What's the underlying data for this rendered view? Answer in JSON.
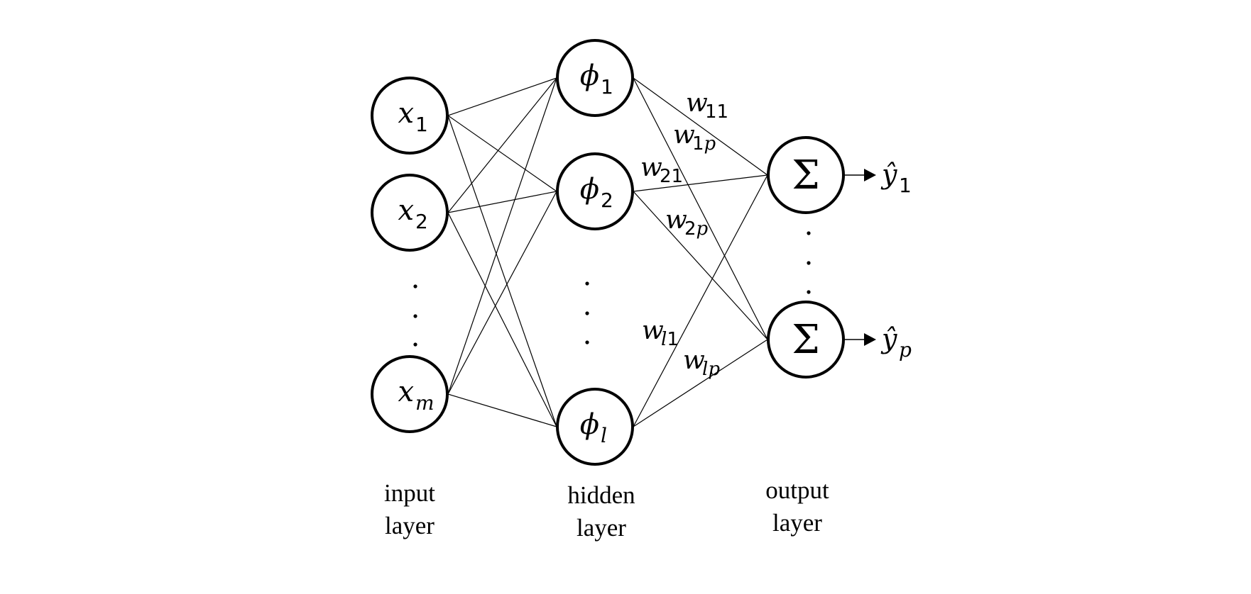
{
  "diagram": {
    "title": "Radial basis function neural network",
    "colors": {
      "stroke": "#000000",
      "background": "#ffffff"
    },
    "layers": [
      {
        "id": "input",
        "label_line1": "input",
        "label_line2": "layer",
        "nodes": [
          {
            "id": "x1",
            "symbol": "x",
            "subscript": "1"
          },
          {
            "id": "x2",
            "symbol": "x",
            "subscript": "2"
          },
          {
            "id": "xm",
            "symbol": "x",
            "subscript": "m"
          }
        ],
        "ellipsis": "..."
      },
      {
        "id": "hidden",
        "label_line1": "hidden",
        "label_line2": "layer",
        "nodes": [
          {
            "id": "phi1",
            "symbol": "ϕ",
            "subscript": "1"
          },
          {
            "id": "phi2",
            "symbol": "ϕ",
            "subscript": "2"
          },
          {
            "id": "phil",
            "symbol": "ϕ",
            "subscript": "l"
          }
        ],
        "ellipsis": "..."
      },
      {
        "id": "output",
        "label_line1": "output",
        "label_line2": "layer",
        "nodes": [
          {
            "id": "sum1",
            "symbol": "Σ",
            "output_symbol": "ŷ",
            "output_subscript": "1"
          },
          {
            "id": "sump",
            "symbol": "Σ",
            "output_symbol": "ŷ",
            "output_subscript": "p"
          }
        ],
        "ellipsis": "..."
      }
    ],
    "edges_input_hidden": "fully-connected",
    "edges_hidden_output": "fully-connected",
    "weights": [
      {
        "id": "w11",
        "symbol": "w",
        "subscript": "11",
        "from": "phi1",
        "to": "sum1"
      },
      {
        "id": "w1p",
        "symbol": "w",
        "subscript": "1p",
        "from": "phi1",
        "to": "sump"
      },
      {
        "id": "w21",
        "symbol": "w",
        "subscript": "21",
        "from": "phi2",
        "to": "sum1"
      },
      {
        "id": "w2p",
        "symbol": "w",
        "subscript": "2p",
        "from": "phi2",
        "to": "sump"
      },
      {
        "id": "wl1",
        "symbol": "w",
        "subscript": "l1",
        "from": "phil",
        "to": "sum1"
      },
      {
        "id": "wlp",
        "symbol": "w",
        "subscript": "lp",
        "from": "phil",
        "to": "sump"
      }
    ]
  }
}
